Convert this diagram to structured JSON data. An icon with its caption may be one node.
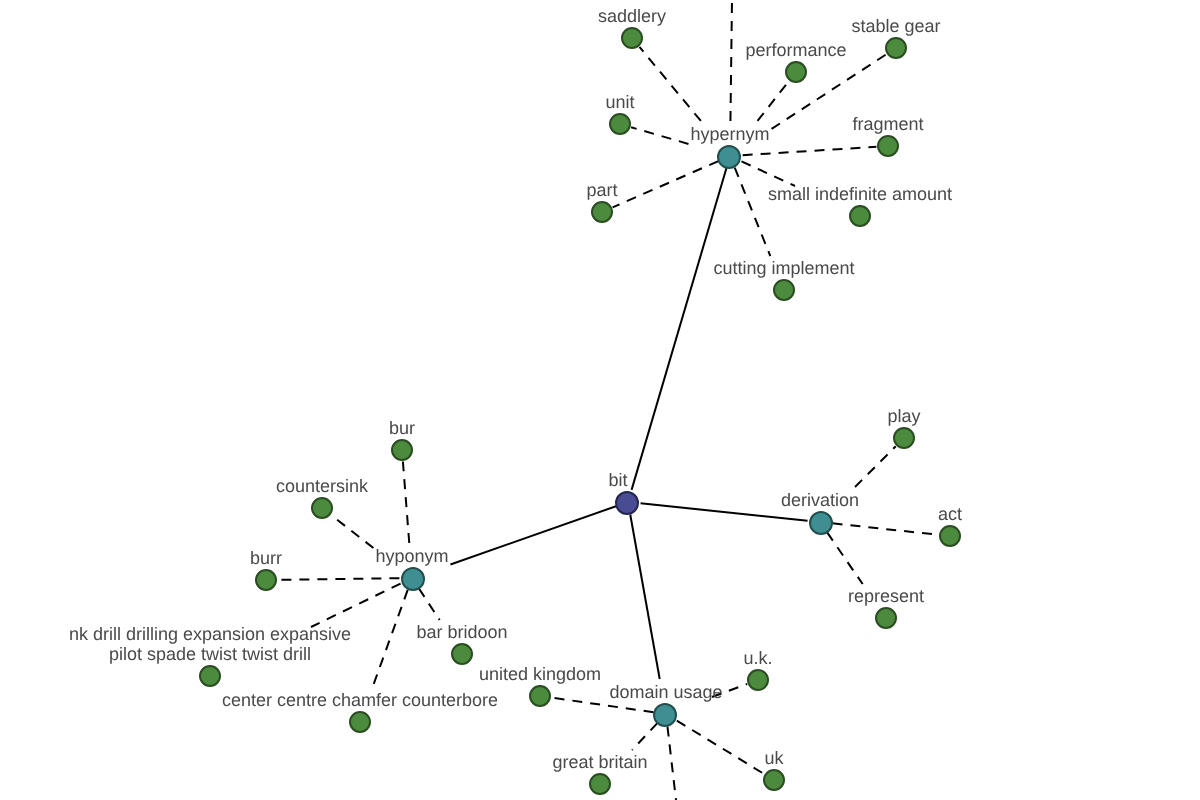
{
  "diagram": {
    "nodes": [
      {
        "text": [
          "saddlery"
        ]
      },
      {
        "text": [
          "performance"
        ]
      },
      {
        "text": [
          "stable gear"
        ]
      },
      {
        "text": [
          "unit"
        ]
      },
      {
        "text": [
          "hypernym"
        ]
      },
      {
        "text": [
          "fragment"
        ]
      },
      {
        "text": [
          "part"
        ]
      },
      {
        "text": [
          "small indefinite amount"
        ]
      },
      {
        "text": [
          "cutting implement"
        ]
      },
      {
        "text": [
          "play"
        ]
      },
      {
        "text": [
          "bur"
        ]
      },
      {
        "text": [
          "bit"
        ]
      },
      {
        "text": [
          "countersink"
        ]
      },
      {
        "text": [
          "derivation"
        ]
      },
      {
        "text": [
          "act"
        ]
      },
      {
        "text": [
          "burr"
        ]
      },
      {
        "text": [
          "hyponym"
        ]
      },
      {
        "text": [
          "represent"
        ]
      },
      {
        "text": [
          "bar bridoon"
        ]
      },
      {
        "text": [
          "nk drill drilling expansion expansive pilot spade twist twist drill"
        ]
      },
      {
        "text": [
          "united kingdom"
        ]
      },
      {
        "text": [
          "u.k."
        ]
      },
      {
        "text": [
          "domain usage"
        ]
      },
      {
        "text": [
          "center centre chamfer counterbore"
        ]
      },
      {
        "text": [
          "uk"
        ]
      },
      {
        "text": [
          "great britain"
        ]
      }
    ],
    "edges": [
      {
        "from": 11,
        "to": 4,
        "arrow": "none"
      },
      {
        "from": 11,
        "to": 13,
        "arrow": "none"
      },
      {
        "from": 11,
        "to": 16,
        "arrow": "none"
      },
      {
        "from": 11,
        "to": 22,
        "arrow": "none"
      },
      {
        "from": 4,
        "to": 0,
        "arrow": "none",
        "style": "dashed"
      },
      {
        "from": 4,
        "to": 1,
        "arrow": "none",
        "style": "dashed"
      },
      {
        "from": 4,
        "to": 2,
        "arrow": "none",
        "style": "dashed"
      },
      {
        "from": 4,
        "to": 3,
        "arrow": "none",
        "style": "dashed"
      },
      {
        "from": 4,
        "to": 5,
        "arrow": "none",
        "style": "dashed"
      },
      {
        "from": 4,
        "to": 6,
        "arrow": "none",
        "style": "dashed"
      },
      {
        "from": 4,
        "to": 7,
        "arrow": "none",
        "style": "dashed"
      },
      {
        "from": 4,
        "to": 8,
        "arrow": "none",
        "style": "dashed"
      },
      {
        "from": 4,
        "to": null,
        "arrow": "none",
        "style": "dashed"
      },
      {
        "from": 13,
        "to": 9,
        "arrow": "none",
        "style": "dashed"
      },
      {
        "from": 13,
        "to": 14,
        "arrow": "none",
        "style": "dashed"
      },
      {
        "from": 13,
        "to": 17,
        "arrow": "none",
        "style": "dashed"
      },
      {
        "from": 16,
        "to": 10,
        "arrow": "none",
        "style": "dashed"
      },
      {
        "from": 16,
        "to": 12,
        "arrow": "none",
        "style": "dashed"
      },
      {
        "from": 16,
        "to": 15,
        "arrow": "none",
        "style": "dashed"
      },
      {
        "from": 16,
        "to": 19,
        "arrow": "none",
        "style": "dashed"
      },
      {
        "from": 16,
        "to": 18,
        "arrow": "none",
        "style": "dashed"
      },
      {
        "from": 16,
        "to": 23,
        "arrow": "none",
        "style": "dashed"
      },
      {
        "from": 22,
        "to": 20,
        "arrow": "none",
        "style": "dashed"
      },
      {
        "from": 22,
        "to": 21,
        "arrow": "none",
        "style": "dashed"
      },
      {
        "from": 22,
        "to": 24,
        "arrow": "none",
        "style": "dashed"
      },
      {
        "from": 22,
        "to": 25,
        "arrow": "none",
        "style": "dashed"
      },
      {
        "from": 22,
        "to": null,
        "arrow": "none",
        "style": "dashed"
      }
    ]
  }
}
